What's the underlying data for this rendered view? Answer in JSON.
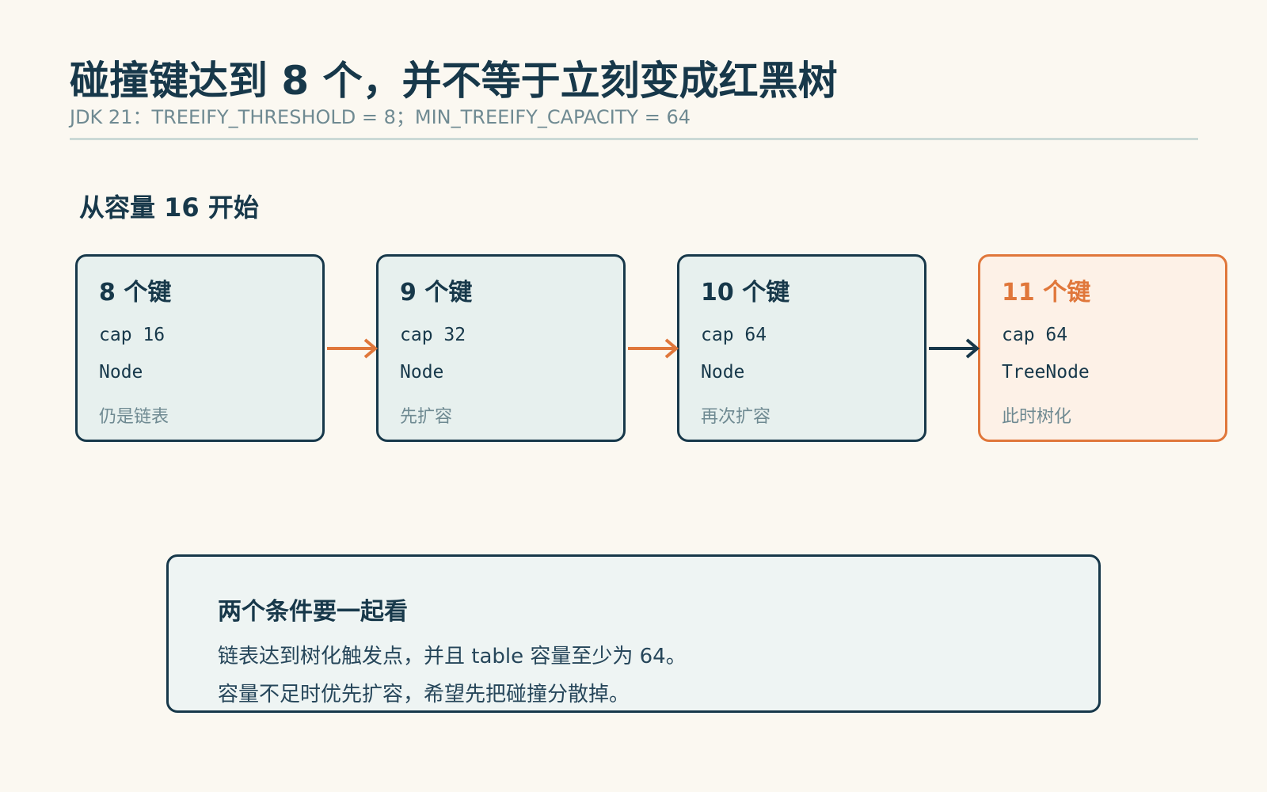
{
  "header": {
    "title": "碰撞键达到 8 个，并不等于立刻变成红黑树",
    "subtitle": "JDK 21：TREEIFY_THRESHOLD = 8；MIN_TREEIFY_CAPACITY = 64"
  },
  "section_title": "从容量 16 开始",
  "steps": [
    {
      "title": "8 个键",
      "cap": "cap 16",
      "type": "Node",
      "note": "仍是链表"
    },
    {
      "title": "9 个键",
      "cap": "cap 32",
      "type": "Node",
      "note": "先扩容"
    },
    {
      "title": "10 个键",
      "cap": "cap 64",
      "type": "Node",
      "note": "再次扩容"
    },
    {
      "title": "11 个键",
      "cap": "cap 64",
      "type": "TreeNode",
      "note": "此时树化"
    }
  ],
  "callout": {
    "title": "两个条件要一起看",
    "lines": [
      "链表达到树化触发点，并且 table 容量至少为 64。",
      "容量不足时优先扩容，希望先把碰撞分散掉。"
    ]
  },
  "colors": {
    "background": "#fbf8f1",
    "primary": "#17384a",
    "accent": "#e0773b",
    "muted": "#6f8a92",
    "card": "#e7f0ee",
    "final_card": "#fdf1e7"
  }
}
